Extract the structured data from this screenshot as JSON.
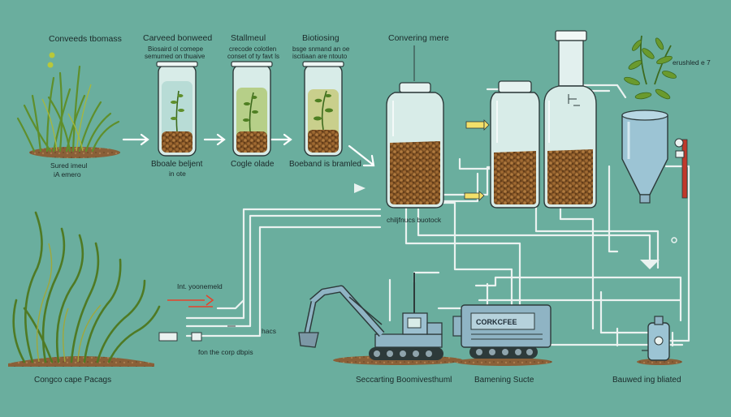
{
  "labels": {
    "top_left_title": "Conveeds tbomass",
    "top_left_caption_line1": "Sured imeul",
    "top_left_caption_line2": "iA emero",
    "tube1_title": "Carveed bonweed",
    "tube1_sub_line1": "Biosaird ol comepe",
    "tube1_sub_line2": "semumed on thuaive",
    "tube1_caption_line1": "Bboale beljent",
    "tube1_caption_line2": "in ote",
    "tube2_title": "Stallmeul",
    "tube2_sub_line1": "crecode colotlen",
    "tube2_sub_line2": "conset of ty favt ls",
    "tube2_caption": "Cogle olade",
    "tube3_title": "Biotiosing",
    "tube3_sub_line1": "bsge snmand an oe",
    "tube3_sub_line2": "iscitiaan are ntouto",
    "tube3_caption": "Boeband is bramled",
    "converting_title": "Convering mere",
    "feedstock_label": "chiljfnucs   buotock",
    "right_top_label": "erushled e 7",
    "mid_left_label": "Int. yoonemeld",
    "pipe_mark": "hacs",
    "pipe_caption": "fon the corp dbpis",
    "bottom_left_caption": "Congco cape Pacags",
    "excavator_caption": "Seccarting Boomivesthuml",
    "machine_panel": "CORKCFEE",
    "machine_caption": "Bamening Sucte",
    "tank_caption": "Bauwed ing bliated"
  },
  "colors": {
    "background": "#6aae9e",
    "pipe": "#eaf2f0",
    "glass": "#d8ece8",
    "biomass": "#8a5a2a",
    "plant": "#5f8f2b",
    "machine": "#8fb4c4",
    "hopper": "#9cc4d4",
    "arrow_accent": "#e8422a",
    "valve_red": "#c0392b"
  },
  "icons": [
    "grass-icon",
    "seaweed-icon",
    "test-tube-icon",
    "jar-icon",
    "hopper-icon",
    "excavator-icon",
    "machine-icon",
    "tank-icon",
    "valve-icon",
    "arrow-icon"
  ]
}
